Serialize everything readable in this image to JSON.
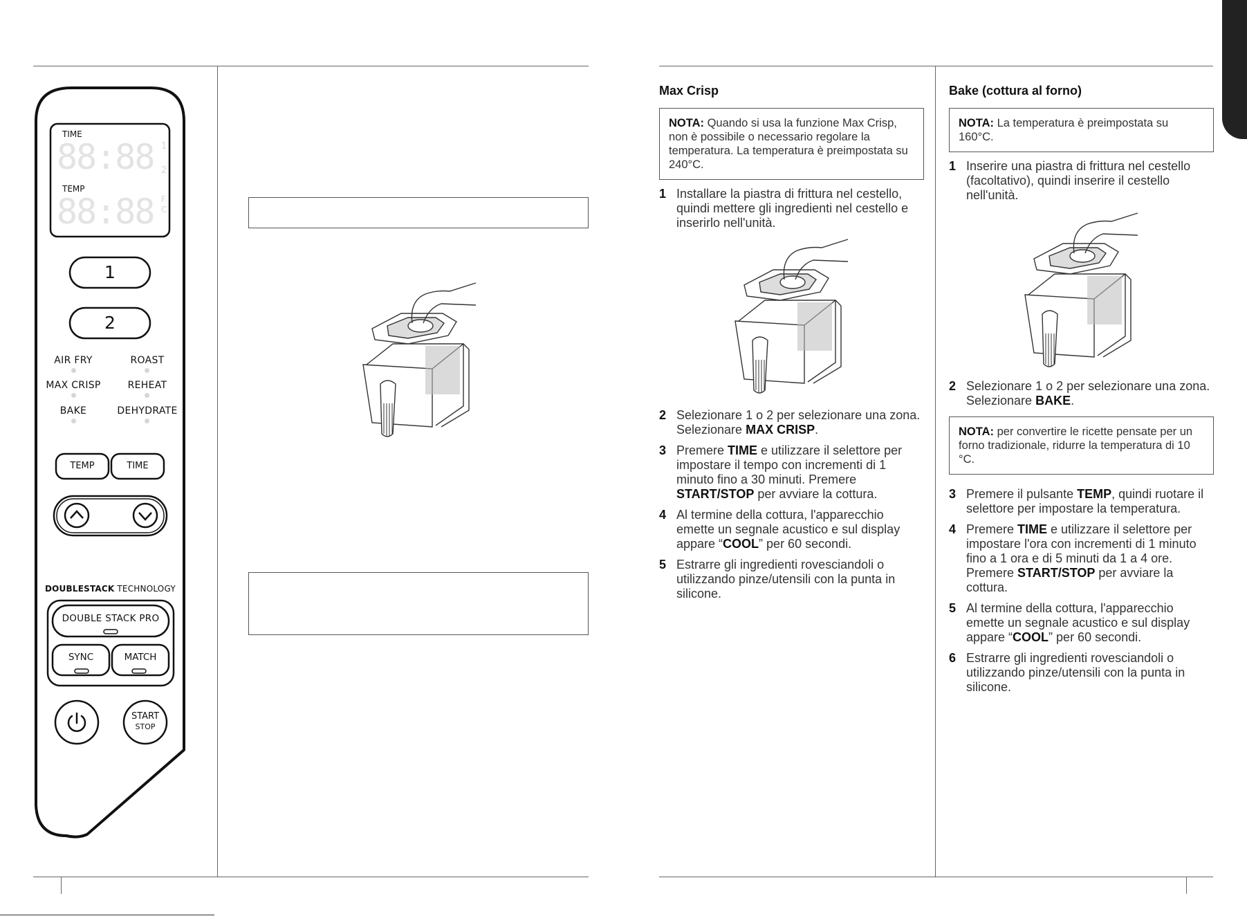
{
  "panel": {
    "display": {
      "time_label": "TIME",
      "temp_label": "TEMP",
      "digits_top": "88:88",
      "digits_bottom": "88:88",
      "zone_one": "1",
      "zone_two": "2",
      "unit_f": "F",
      "unit_c": "C"
    },
    "zone_buttons": [
      "1",
      "2"
    ],
    "functions": {
      "air_fry": "AIR FRY",
      "roast": "ROAST",
      "max_crisp": "MAX CRISP",
      "reheat": "REHEAT",
      "bake": "BAKE",
      "dehydrate": "DEHYDRATE"
    },
    "temp_button": "TEMP",
    "time_button": "TIME",
    "technology_bold": "DOUBLESTACK",
    "technology_rest": " TECHNOLOGY",
    "double_stack_pro": "DOUBLE STACK PRO",
    "sync": "SYNC",
    "match": "MATCH",
    "start": "START",
    "stop": "STOP"
  },
  "max_crisp": {
    "heading": "Max Crisp",
    "note_label": "NOTA:",
    "note_text": " Quando si usa la funzione Max Crisp, non è possibile o necessario regolare la temperatura. La temperatura è preimpostata su 240°C.",
    "steps": [
      {
        "num": "1",
        "parts": [
          {
            "t": "Installare la piastra di frittura nel cestello, quindi mettere gli ingredienti nel cestello e inserirlo nell'unità."
          }
        ]
      },
      {
        "num": "2",
        "parts": [
          {
            "t": "Selezionare 1 o 2 per selezionare una zona. Selezionare "
          },
          {
            "t": "MAX CRISP",
            "b": true
          },
          {
            "t": "."
          }
        ]
      },
      {
        "num": "3",
        "parts": [
          {
            "t": "Premere "
          },
          {
            "t": "TIME",
            "b": true
          },
          {
            "t": " e utilizzare il selettore per impostare il tempo con incrementi di 1 minuto fino a 30 minuti. Premere "
          },
          {
            "t": "START/STOP",
            "b": true
          },
          {
            "t": " per avviare la cottura."
          }
        ]
      },
      {
        "num": "4",
        "parts": [
          {
            "t": "Al termine della cottura, l'apparecchio emette un segnale acustico e sul display appare “"
          },
          {
            "t": "COOL",
            "b": true
          },
          {
            "t": "” per 60 secondi."
          }
        ]
      },
      {
        "num": "5",
        "parts": [
          {
            "t": "Estrarre gli ingredienti rovesciandoli o utilizzando pinze/utensili con la punta in silicone."
          }
        ]
      }
    ]
  },
  "bake": {
    "heading": "Bake (cottura al forno)",
    "note1_label": "NOTA:",
    "note1_text": " La temperatura è preimpostata su 160°C.",
    "steps_a": [
      {
        "num": "1",
        "parts": [
          {
            "t": "Inserire una piastra di frittura nel cestello (facoltativo), quindi inserire il cestello nell'unità."
          }
        ]
      }
    ],
    "steps_b": [
      {
        "num": "2",
        "parts": [
          {
            "t": "Selezionare 1 o 2 per selezionare una zona. Selezionare "
          },
          {
            "t": "BAKE",
            "b": true
          },
          {
            "t": "."
          }
        ]
      }
    ],
    "note2_label": "NOTA:",
    "note2_text": " per convertire le ricette pensate per un forno tradizionale, ridurre la temperatura di 10 °C.",
    "steps_c": [
      {
        "num": "3",
        "parts": [
          {
            "t": "Premere il pulsante "
          },
          {
            "t": "TEMP",
            "b": true
          },
          {
            "t": ", quindi ruotare il selettore per impostare la temperatura."
          }
        ]
      },
      {
        "num": "4",
        "parts": [
          {
            "t": "Premere "
          },
          {
            "t": "TIME",
            "b": true
          },
          {
            "t": " e utilizzare il selettore per impostare l'ora con incrementi di 1 minuto fino a 1 ora e di 5 minuti da 1 a 4 ore. Premere "
          },
          {
            "t": "START/STOP",
            "b": true
          },
          {
            "t": " per avviare la cottura."
          }
        ]
      },
      {
        "num": "5",
        "parts": [
          {
            "t": "Al termine della cottura, l'apparecchio emette un segnale acustico e sul display appare “"
          },
          {
            "t": "COOL",
            "b": true
          },
          {
            "t": "” per 60 secondi."
          }
        ]
      },
      {
        "num": "6",
        "parts": [
          {
            "t": "Estrarre gli ingredienti rovesciandoli o utilizzando pinze/utensili con la punta in silicone."
          }
        ]
      }
    ]
  },
  "icons": {
    "power": "power-icon",
    "up": "chevron-up-icon",
    "down": "chevron-down-icon"
  }
}
